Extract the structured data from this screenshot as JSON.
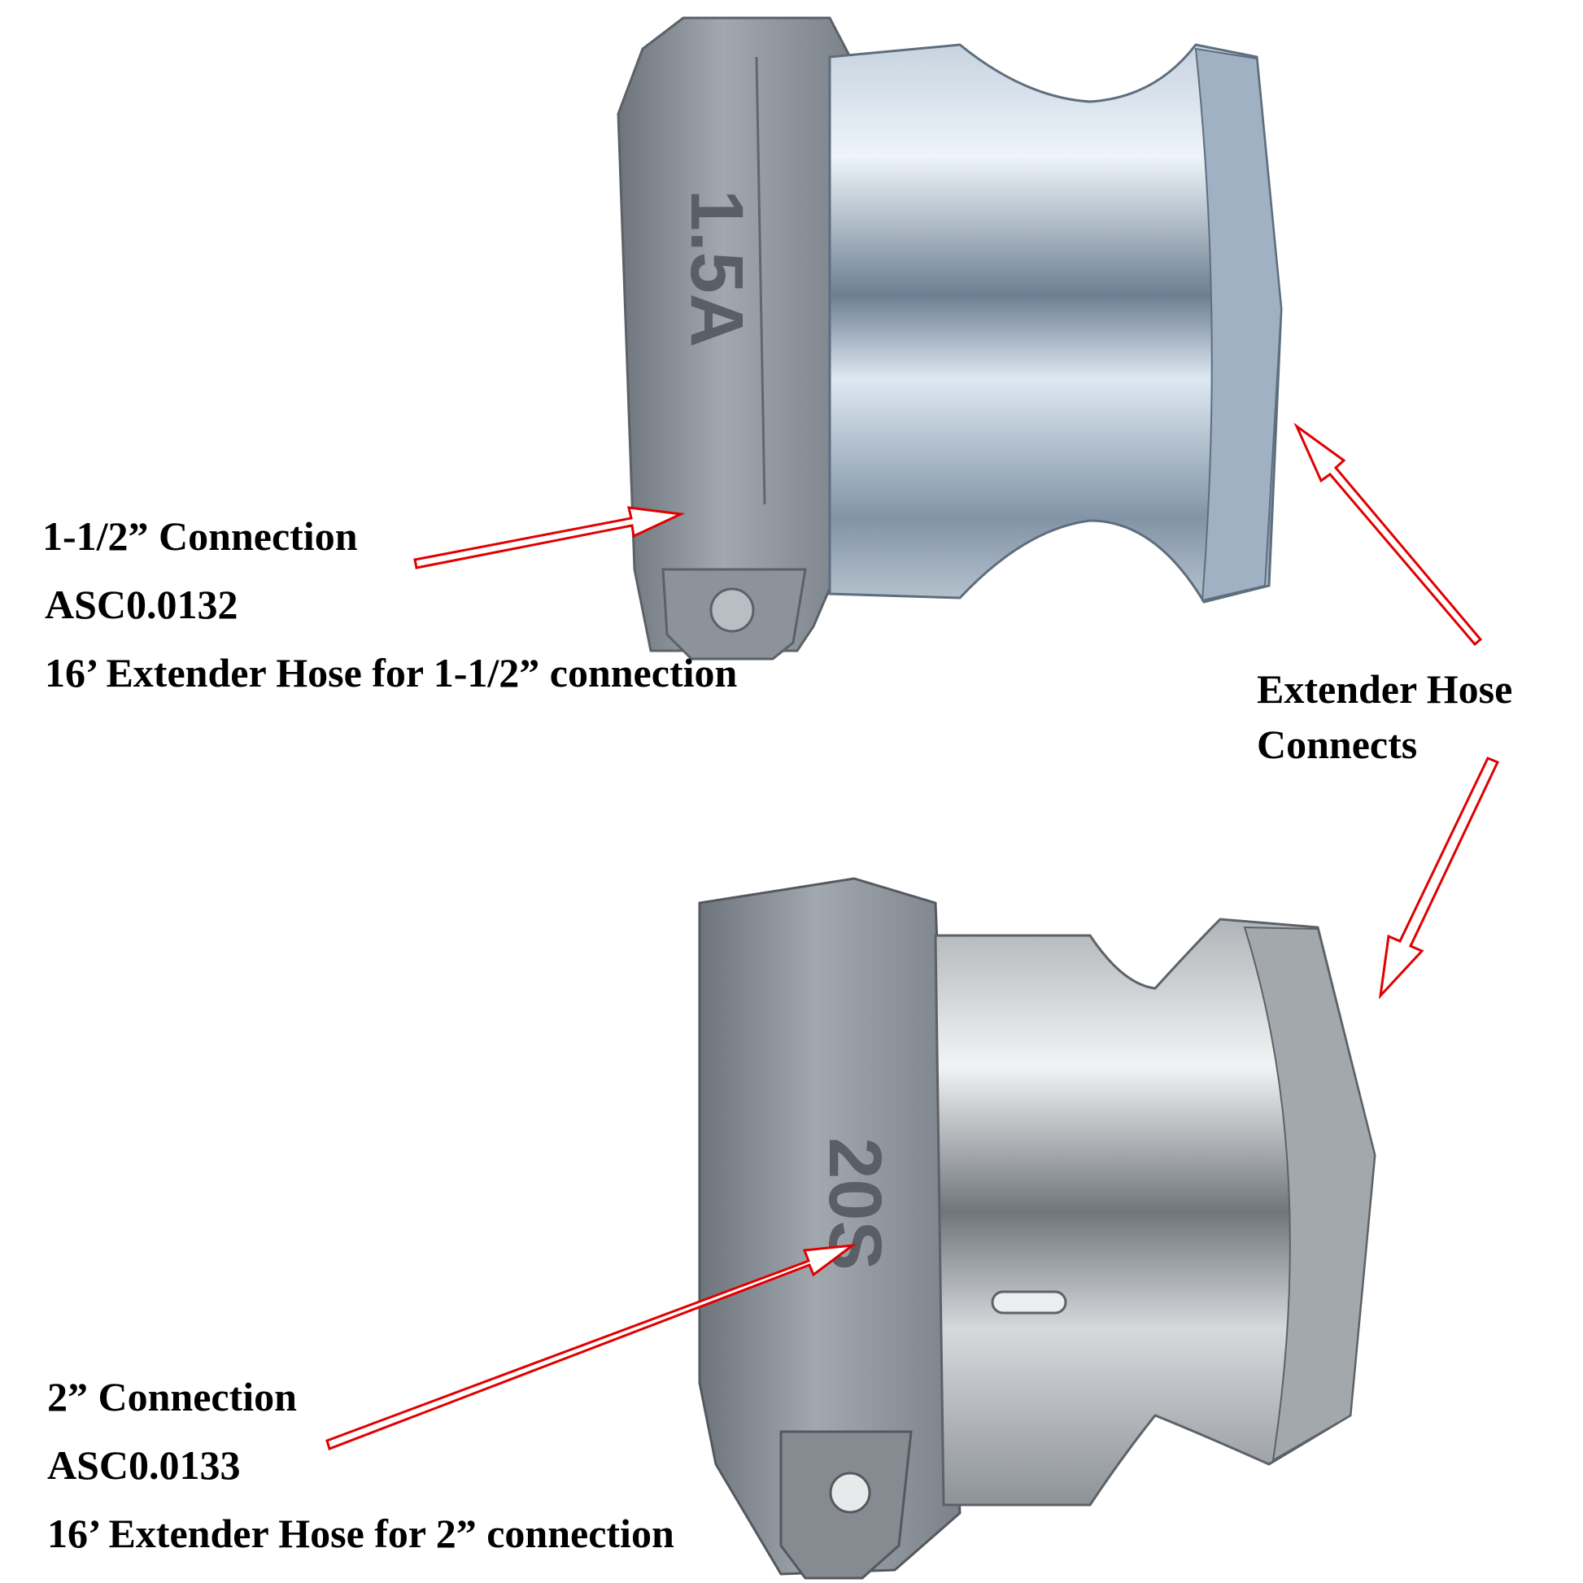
{
  "upper_fitting": {
    "stamp": "1.5A",
    "size_label": "1-1/2” Connection",
    "part_number": "ASC0.0132",
    "description": "16’ Extender Hose for 1-1/2” connection"
  },
  "lower_fitting": {
    "stamp": "20S",
    "size_label": "2” Connection",
    "part_number": "ASC0.0133",
    "description": "16’ Extender Hose for 2” connection"
  },
  "callout": {
    "line1": "Extender Hose",
    "line2": "Connects"
  },
  "colors": {
    "arrow": "#e00000",
    "metal_highlight": "#dde8f2",
    "metal_shadow": "#6a7a8a",
    "cast_body": "#8a9098"
  }
}
